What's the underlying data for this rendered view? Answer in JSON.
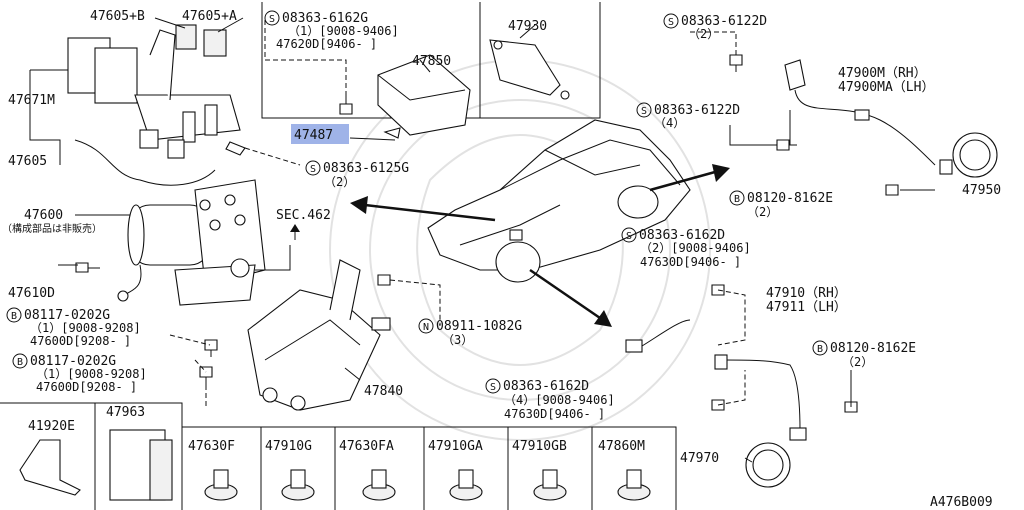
{
  "diagram_code": "A476B009",
  "callouts": {
    "p47605_b": "47605+B",
    "p47605_a": "47605+A",
    "p47671m": "47671M",
    "p47605": "47605",
    "p47600": "47600",
    "p47600_note": "（構成部品は非販売）",
    "p47610d": "47610D",
    "sec462": "SEC.462",
    "b08117_a": "08117-0202G",
    "b08117_a_1": "（1）[9008-9208]",
    "b08117_a_2": "47600D[9208-  ]",
    "b08117_b": "08117-0202G",
    "b08117_b_1": "（1）[9008-9208]",
    "b08117_b_2": "47600D[9208-  ]",
    "s08363_6162g": "08363-6162G",
    "s08363_6162g_1": "（1）[9008-9406]",
    "s08363_6162g_2": "47620D[9406-  ]",
    "p47850": "47850",
    "p47487": "47487",
    "s08363_6125g": "08363-6125G",
    "s08363_6125g_q": "（2）",
    "p47930": "47930",
    "s08363_6122d_a": "08363-6122D",
    "s08363_6122d_a_q": "（2）",
    "s08363_6122d_b": "08363-6122D",
    "s08363_6122d_b_q": "（4）",
    "p47900m": "47900M（RH）",
    "p47900ma": "47900MA（LH）",
    "b08120_a": "08120-8162E",
    "b08120_a_q": "（2）",
    "p47950": "47950",
    "s08363_6162d_a": "08363-6162D",
    "s08363_6162d_a_1": "（2）[9008-9406]",
    "s08363_6162d_a_2": "47630D[9406-   ]",
    "p47910": "47910（RH）",
    "p47911": "47911（LH）",
    "n08911": "08911-1082G",
    "n08911_q": "（3）",
    "p47840": "47840",
    "b08120_b": "08120-8162E",
    "b08120_b_q": "（2）",
    "s08363_6162d_b": "08363-6162D",
    "s08363_6162d_b_1": "（4）[9008-9406]",
    "s08363_6162d_b_2": "47630D[9406-   ]",
    "p47970": "47970",
    "p41920e": "41920E",
    "p47963": "47963",
    "grid_47630f": "47630F",
    "grid_47910g": "47910G",
    "grid_47630fa": "47630FA",
    "grid_47910ga": "47910GA",
    "grid_47910gb": "47910GB",
    "grid_47860m": "47860M"
  },
  "symbols": {
    "screw": "S",
    "bolt": "B",
    "nut": "N"
  },
  "highlight_color": "#9fb3e8"
}
